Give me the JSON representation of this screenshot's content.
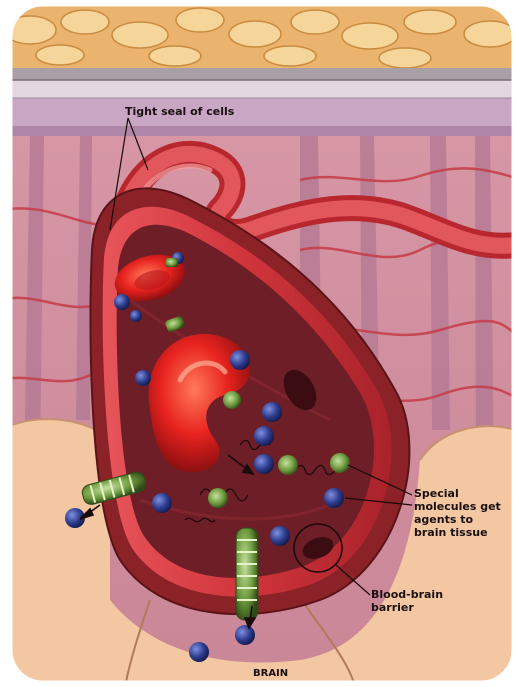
{
  "labels": {
    "tight_seal": "Tight seal of cells",
    "special_molecules": [
      "Special",
      "molecules get",
      "agents to",
      "brain tissue"
    ],
    "blood_brain_barrier": [
      "Blood-brain",
      "barrier"
    ],
    "brain": "BRAIN"
  },
  "colors": {
    "background": "#ffffff",
    "fat_tissue": "#f3c98a",
    "meninges": "#c9a6c4",
    "vessel_wall": "#c2343a",
    "red_blood_cell": "#e8231f",
    "brain_tissue": "#f2c7a2",
    "molecule_blue": "#2d3a8c",
    "molecule_green": "#6d9a3e"
  }
}
